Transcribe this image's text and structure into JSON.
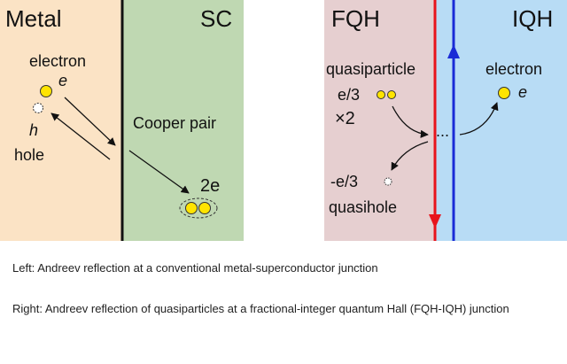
{
  "left_panel": {
    "metal_label": "Metal",
    "sc_label": "SC",
    "electron_label": "electron",
    "electron_symbol": "e",
    "hole_symbol": "h",
    "hole_label": "hole",
    "cooper_pair_label": "Cooper pair",
    "cooper_charge": "2e"
  },
  "right_panel": {
    "fqh_label": "FQH",
    "iqh_label": "IQH",
    "quasiparticle_label": "quasiparticle",
    "quasiparticle_charge": "e/3",
    "multiplier": "×2",
    "dots": "...",
    "quasihole_charge": "-e/3",
    "quasihole_label": "quasihole",
    "electron_label": "electron",
    "electron_symbol": "e"
  },
  "captions": {
    "left": "Left: Andreev reflection at a conventional metal-superconductor junction",
    "right": "Right: Andreev reflection of quasiparticles at a fractional-integer quantum Hall (FQH-IQH) junction"
  },
  "colors": {
    "metal_bg": "#fbe3c5",
    "sc_bg": "#bfd8b2",
    "fqh_bg": "#e6cfd0",
    "iqh_bg": "#b8dcf5",
    "particle_fill": "#ffe400",
    "edge_red": "#e8141c",
    "edge_blue": "#1a2bd6"
  }
}
